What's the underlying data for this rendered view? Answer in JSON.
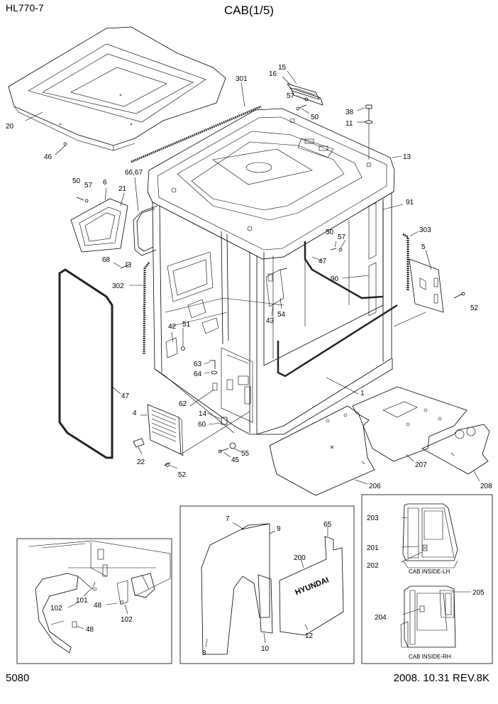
{
  "header": {
    "model": "HL770-7",
    "title": "CAB(1/5)"
  },
  "footer": {
    "page_number": "5080",
    "revision": "2008. 10.31  REV.8K"
  },
  "callouts": {
    "c20": "20",
    "c46": "46",
    "c301": "301",
    "c15": "15",
    "c16": "16",
    "c57a": "57",
    "c50a": "50",
    "c38": "38",
    "c11": "11",
    "c13": "13",
    "c6667": "66,67",
    "c50b": "50",
    "c57b": "57",
    "c6": "6",
    "c21": "21",
    "c91": "91",
    "c303": "303",
    "c50c": "50",
    "c57c": "57",
    "c5": "5",
    "c68": "68",
    "c47a": "47",
    "c90": "90",
    "c302": "302",
    "c43": "43",
    "c54": "54",
    "c52a": "52",
    "c42": "42",
    "c51": "51",
    "c63": "63",
    "c64": "64",
    "c47b": "47",
    "c1": "1",
    "c62": "62",
    "c4": "4",
    "c14": "14",
    "c60": "60",
    "c55": "55",
    "c45": "45",
    "c22": "22",
    "c52b": "52",
    "c207": "207",
    "c206": "206",
    "c208": "208",
    "c7": "7",
    "c9": "9",
    "c65": "65",
    "c200": "200",
    "c8": "8",
    "c10": "10",
    "c12": "12",
    "c203": "203",
    "c201": "201",
    "c202": "202",
    "c205": "205",
    "c204": "204",
    "c102a": "102",
    "c101": "101",
    "c48a": "48",
    "c102b": "102",
    "c48b": "48"
  },
  "insets": {
    "brand_text": "HYUNDAI",
    "cab_inside_lh": "CAB INSIDE-LH",
    "cab_inside_rh": "CAB INSIDE-RH"
  }
}
